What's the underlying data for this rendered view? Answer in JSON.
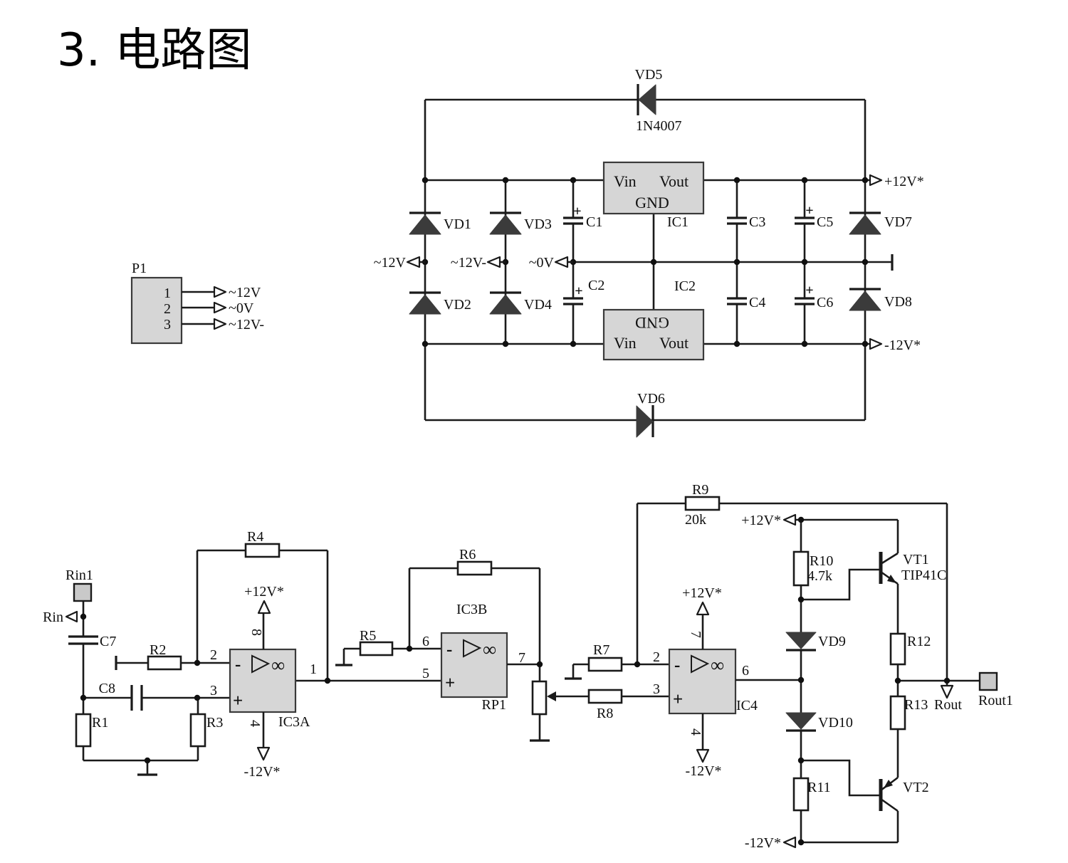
{
  "title": "3. 电路图",
  "psu": {
    "p1": {
      "label": "P1",
      "pin1": "1",
      "pin2": "2",
      "pin3": "3",
      "net1": "~12V",
      "net2": "~0V",
      "net3": "~12V-"
    },
    "ac_in": {
      "v12": "~12V",
      "v12n": "~12V-",
      "v0": "~0V"
    },
    "diodes": {
      "vd1": "VD1",
      "vd2": "VD2",
      "vd3": "VD3",
      "vd4": "VD4",
      "vd5": "VD5",
      "vd5_part": "1N4007",
      "vd6": "VD6",
      "vd7": "VD7",
      "vd8": "VD8"
    },
    "caps": {
      "c1": "C1",
      "c2": "C2",
      "c3": "C3",
      "c4": "C4",
      "c5": "C5",
      "c6": "C6",
      "polarity": "+"
    },
    "reg": {
      "vin": "Vin",
      "vout": "Vout",
      "gnd": "GND",
      "ic1": "IC1",
      "ic2": "IC2"
    },
    "rails": {
      "pos": "+12V*",
      "neg": "-12V*"
    }
  },
  "amp": {
    "io": {
      "rin1": "Rin1",
      "rin": "Rin",
      "rout": "Rout",
      "rout1": "Rout1"
    },
    "caps": {
      "c7": "C7",
      "c8": "C8"
    },
    "res": {
      "r1": "R1",
      "r2": "R2",
      "r3": "R3",
      "r4": "R4",
      "r5": "R5",
      "r6": "R6",
      "r7": "R7",
      "r8": "R8",
      "r9": "R9",
      "r9_val": "20k",
      "r10": "R10",
      "r10_val": "4.7k",
      "r11": "R11",
      "r12": "R12",
      "r13": "R13",
      "rp1": "RP1"
    },
    "opamps": {
      "ic3a": "IC3A",
      "ic3b": "IC3B",
      "ic4": "IC4",
      "minus": "-",
      "plus": "+",
      "gain": "∞",
      "p1": "1",
      "p2": "2",
      "p3": "3",
      "p4": "4",
      "p5": "5",
      "p6": "6",
      "p7": "7",
      "p8": "8"
    },
    "diodes": {
      "vd9": "VD9",
      "vd10": "VD10"
    },
    "transistors": {
      "vt1": "VT1",
      "vt1_part": "TIP41C",
      "vt2": "VT2"
    },
    "rails": {
      "pos": "+12V*",
      "neg": "-12V*"
    }
  }
}
